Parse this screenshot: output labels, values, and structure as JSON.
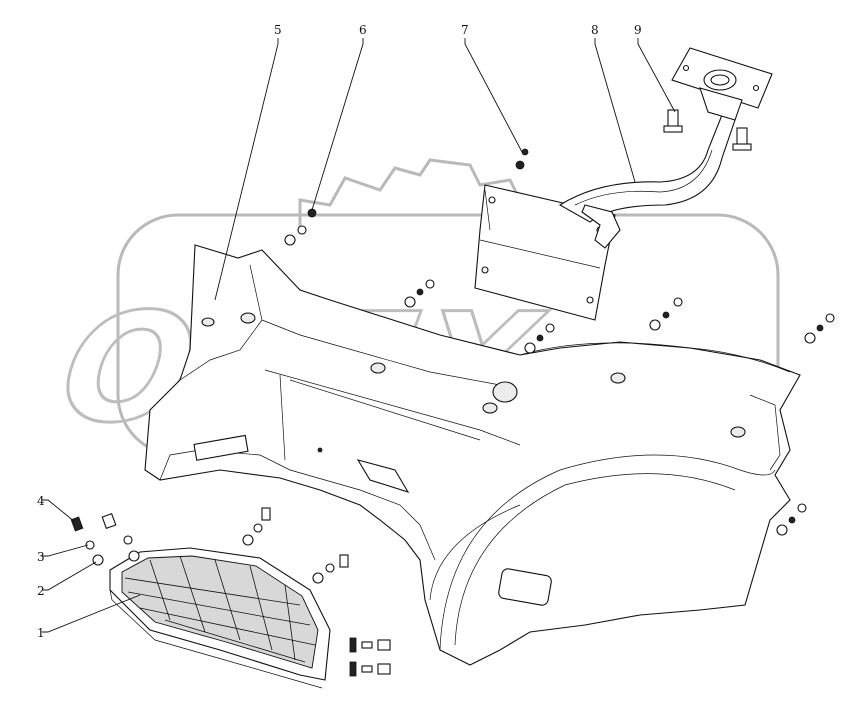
{
  "diagram": {
    "watermark_text": "OPEX",
    "callouts": [
      {
        "id": "callout-1",
        "label": "1"
      },
      {
        "id": "callout-2",
        "label": "2"
      },
      {
        "id": "callout-3",
        "label": "3"
      },
      {
        "id": "callout-4",
        "label": "4"
      },
      {
        "id": "callout-5",
        "label": "5"
      },
      {
        "id": "callout-6",
        "label": "6"
      },
      {
        "id": "callout-7",
        "label": "7"
      },
      {
        "id": "callout-8",
        "label": "8"
      },
      {
        "id": "callout-9",
        "label": "9"
      }
    ]
  }
}
